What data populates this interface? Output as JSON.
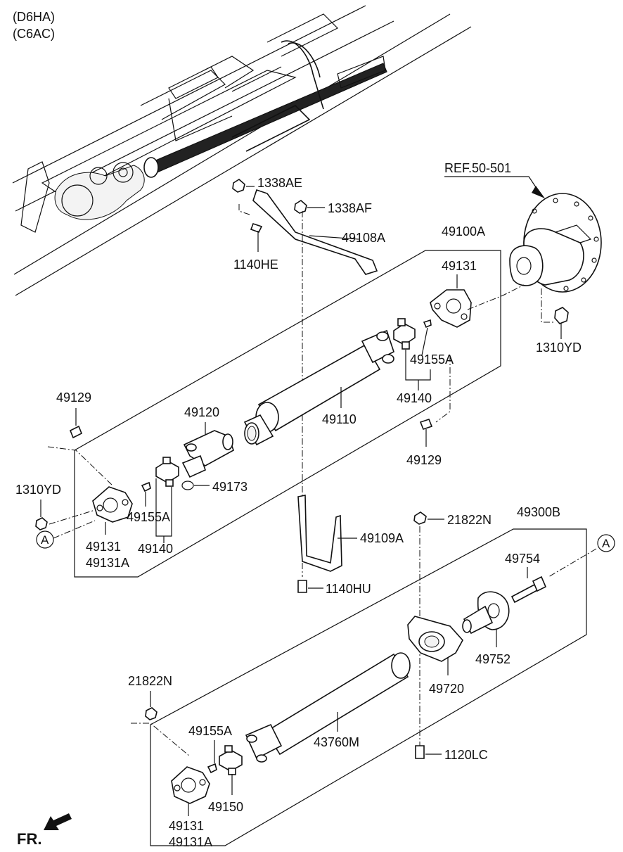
{
  "header": {
    "engine_code": "(D6HA)",
    "trans_code": "(C6AC)"
  },
  "labels": {
    "ref": "REF.50-501",
    "p1338AE": "1338AE",
    "p1338AF": "1338AF",
    "p49108A": "49108A",
    "p1140HE": "1140HE",
    "p49100A": "49100A",
    "p49131_top": "49131",
    "p1310YD_right": "1310YD",
    "p49155A_top": "49155A",
    "p49140_top": "49140",
    "p49110": "49110",
    "p49129_right": "49129",
    "p49129_left": "49129",
    "p49120": "49120",
    "p49173": "49173",
    "p1310YD_left": "1310YD",
    "p49155A_left": "49155A",
    "p49131_left": "49131",
    "p49131A_left": "49131A",
    "p49140_left": "49140",
    "p21822N_mid": "21822N",
    "p49300B": "49300B",
    "p49109A": "49109A",
    "p49754": "49754",
    "p1140HU": "1140HU",
    "p49752": "49752",
    "p49720": "49720",
    "p21822N_low": "21822N",
    "p49155A_low": "49155A",
    "p43760M": "43760M",
    "p1120LC": "1120LC",
    "p49150": "49150",
    "p49131_low": "49131",
    "p49131A_low": "49131A",
    "circle_A_left": "A",
    "circle_A_right": "A",
    "fr": "FR."
  },
  "icons": {
    "forward_arrow": "arrow-fr-icon"
  }
}
